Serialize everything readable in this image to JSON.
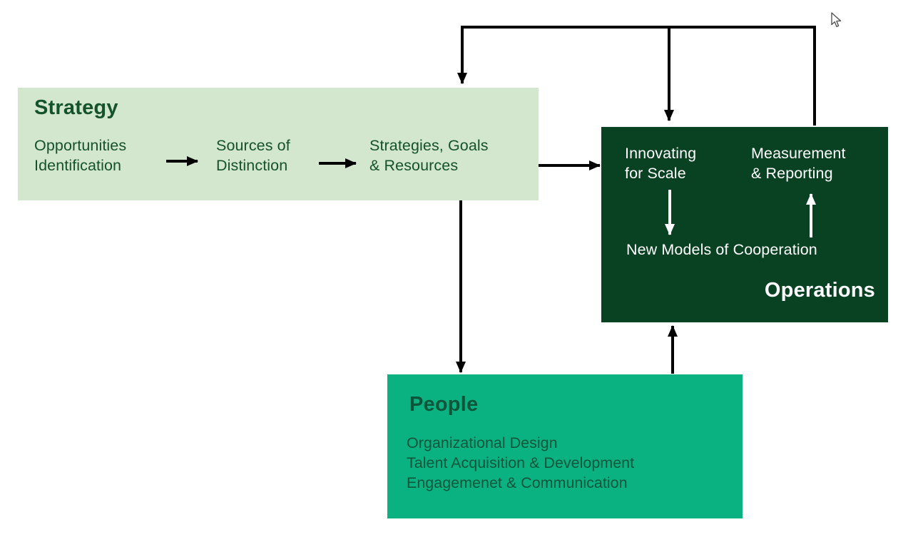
{
  "diagram": {
    "background_color": "#ffffff",
    "connector_color": "#000000",
    "boxes": {
      "strategy": {
        "title": "Strategy",
        "bg_color": "#d3e6ce",
        "text_color": "#14522c",
        "steps": [
          {
            "label": "Opportunities\nIdentification"
          },
          {
            "label": "Sources of\nDistinction"
          },
          {
            "label": "Strategies, Goals\n& Resources"
          }
        ]
      },
      "operations": {
        "title": "Operations",
        "bg_color": "#094222",
        "text_color": "#ffffff",
        "items": {
          "innovating": "Innovating\nfor Scale",
          "measurement": "Measurement\n& Reporting",
          "new_models": "New Models of Cooperation"
        }
      },
      "people": {
        "title": "People",
        "bg_color": "#0ab181",
        "text_color": "#0d553a",
        "items": [
          "Organizational Design",
          "Talent Acquisition & Development",
          "Engagemenet & Communication"
        ]
      }
    },
    "connections": [
      {
        "from": "Opportunities Identification",
        "to": "Sources of Distinction"
      },
      {
        "from": "Sources of Distinction",
        "to": "Strategies, Goals & Resources"
      },
      {
        "from": "Strategy",
        "to": "Operations"
      },
      {
        "from": "Strategy",
        "to": "People"
      },
      {
        "from": "People",
        "to": "Operations"
      },
      {
        "from": "Operations",
        "to": "Strategy (feedback loop)"
      },
      {
        "from": "Feedback loop",
        "to": "Operations (top branch)"
      },
      {
        "from": "Innovating for Scale",
        "to": "New Models of Cooperation"
      },
      {
        "from": "New Models of Cooperation",
        "to": "Measurement & Reporting"
      }
    ],
    "icons": {
      "mouse_cursor": "arrow-pointer"
    }
  }
}
